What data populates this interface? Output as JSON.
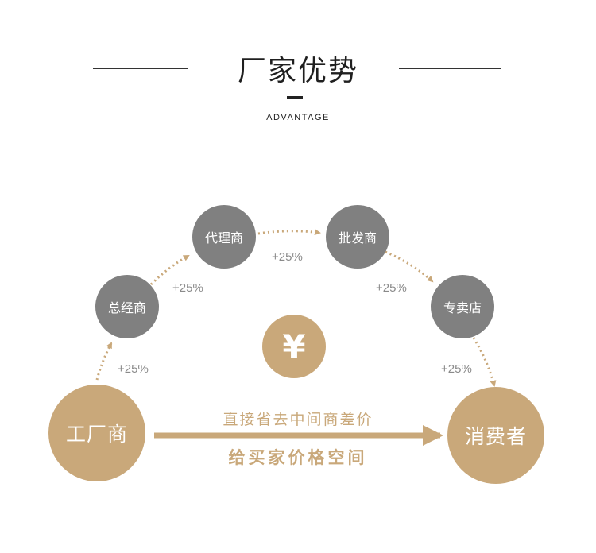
{
  "header": {
    "title": "厂家优势",
    "subtitle": "ADVANTAGE"
  },
  "colors": {
    "tan": "#c9a87a",
    "gray": "#808080",
    "markup_text": "#8a8a8a"
  },
  "nodes": {
    "factory": "工厂商",
    "general_distributor": "总经商",
    "agent": "代理商",
    "wholesaler": "批发商",
    "retail_store": "专卖店",
    "consumer": "消费者",
    "coin": "¥"
  },
  "markups": {
    "factory_to_general": "+25%",
    "general_to_agent": "+25%",
    "agent_to_wholesaler": "+25%",
    "wholesaler_to_retail": "+25%",
    "retail_to_consumer": "+25%"
  },
  "direct_path": {
    "caption": "直接省去中间商差价",
    "benefit": "给买家价格空间"
  }
}
